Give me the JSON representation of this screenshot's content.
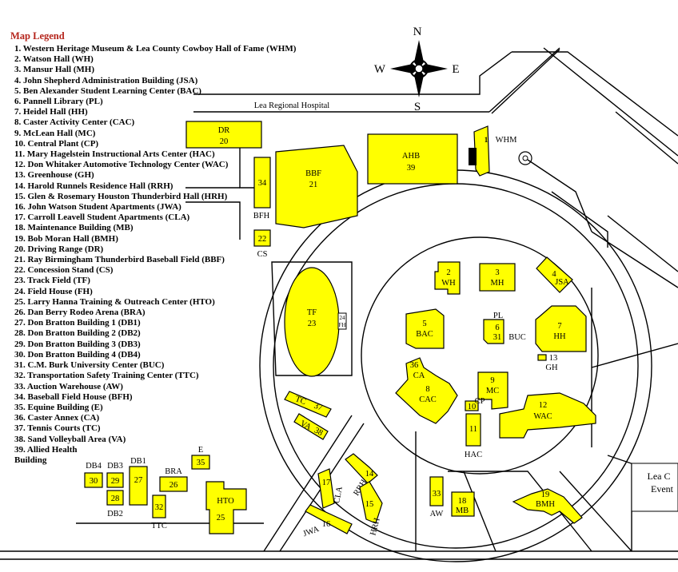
{
  "legend": {
    "title": "Map Legend",
    "items": [
      "1. Western Heritage Museum & Lea County Cowboy Hall of Fame (WHM)",
      "2. Watson Hall (WH)",
      "3. Mansur Hall (MH)",
      "4. John Shepherd Administration Building (JSA)",
      "5. Ben Alexander Student Learning Center (BAC)",
      "6. Pannell Library (PL)",
      "7. Heidel Hall (HH)",
      "8. Caster Activity Center (CAC)",
      "9. McLean Hall (MC)",
      "10. Central Plant (CP)",
      "11. Mary Hagelstein Instructional Arts Center (HAC)",
      "12. Don Whitaker Automotive Technology Center (WAC)",
      "13. Greenhouse (GH)",
      "14. Harold Runnels Residence Hall (RRH)",
      "15. Glen & Rosemary Houston Thunderbird Hall (HRH)",
      "16. John Watson Student Apartments (JWA)",
      "17. Carroll Leavell Student Apartments (CLA)",
      "18. Maintenance Building (MB)",
      "19. Bob Moran Hall (BMH)",
      "20. Driving Range (DR)",
      "21. Ray Birmingham Thunderbird Baseball Field (BBF)",
      "22. Concession Stand (CS)",
      "23. Track Field (TF)",
      "24. Field House (FH)",
      "25. Larry Hanna Training & Outreach Center (HTO)",
      "26. Dan Berry Rodeo Arena (BRA)",
      "27. Don Bratton Building 1 (DB1)",
      "28. Don Bratton Building 2 (DB2)",
      "29. Don Bratton Building 3 (DB3)",
      "30. Don Bratton Building 4 (DB4)",
      "31. C.M. Burk University Center (BUC)",
      "32. Transportation Safety Training Center (TTC)",
      "33. Auction Warehouse (AW)",
      "34. Baseball Field House (BFH)",
      "35. Equine Building (E)",
      "36. Caster Annex (CA)",
      "37. Tennis Courts (TC)",
      "38. Sand Volleyball Area (VA)",
      "39. Allied Health Building"
    ]
  },
  "compass": {
    "n": "N",
    "s": "S",
    "e": "E",
    "w": "W"
  },
  "labels": {
    "hospital": "Lea Regional Hospital",
    "event_line1": "Lea C",
    "event_line2": "Event",
    "bfh": "BFH",
    "cs": "CS",
    "aw": "AW",
    "hac": "HAC",
    "gh": "GH",
    "buc": "BUC",
    "pl": "PL",
    "whm": "WHM",
    "db2": "DB2",
    "ttc": "TTC",
    "e": "E",
    "bra": "BRA",
    "db1": "DB1",
    "db3": "DB3",
    "db4": "DB4",
    "fh": "FH",
    "jwa": "JWA",
    "cla": "CLA",
    "rrh": "RRH",
    "hrh": "HRH",
    "tc": "TC",
    "va": "VA",
    "ca": "CA",
    "cp": "CP"
  },
  "buildings": {
    "dr": {
      "code": "DR",
      "num": "20"
    },
    "bbf": {
      "code": "BBF",
      "num": "21"
    },
    "ahb": {
      "code": "AHB",
      "num": "39"
    },
    "b34": {
      "num": "34"
    },
    "b22": {
      "num": "22"
    },
    "tf": {
      "code": "TF",
      "num": "23"
    },
    "b24": {
      "num": "24"
    },
    "wh": {
      "code": "WH",
      "num": "2"
    },
    "mh": {
      "code": "MH",
      "num": "3"
    },
    "jsa": {
      "code": "JSA",
      "num": "4"
    },
    "bac": {
      "code": "BAC",
      "num": "5"
    },
    "b6": {
      "num": "6"
    },
    "b31": {
      "num": "31"
    },
    "hh": {
      "code": "HH",
      "num": "7"
    },
    "b13": {
      "num": "13"
    },
    "cac": {
      "code": "CAC",
      "num": "8"
    },
    "b36": {
      "num": "36"
    },
    "mc": {
      "code": "MC",
      "num": "9"
    },
    "b10": {
      "num": "10"
    },
    "b11": {
      "num": "11"
    },
    "wac": {
      "code": "WAC",
      "num": "12"
    },
    "b1": {
      "num": "1"
    },
    "b14": {
      "num": "14"
    },
    "b15": {
      "num": "15"
    },
    "b16": {
      "num": "16"
    },
    "b17": {
      "num": "17"
    },
    "mb": {
      "code": "MB",
      "num": "18"
    },
    "bmh": {
      "code": "BMH",
      "num": "19"
    },
    "b33": {
      "num": "33"
    },
    "b37": {
      "num": "37"
    },
    "b38": {
      "num": "38"
    },
    "b35": {
      "num": "35"
    },
    "b26": {
      "num": "26"
    },
    "b27": {
      "num": "27"
    },
    "b29": {
      "num": "29"
    },
    "b30": {
      "num": "30"
    },
    "b28": {
      "num": "28"
    },
    "b32": {
      "num": "32"
    },
    "hto": {
      "code": "HTO",
      "num": "25"
    }
  },
  "colors": {
    "building": "#ffff00",
    "legend_title": "#b5241b",
    "outline": "#000000"
  }
}
